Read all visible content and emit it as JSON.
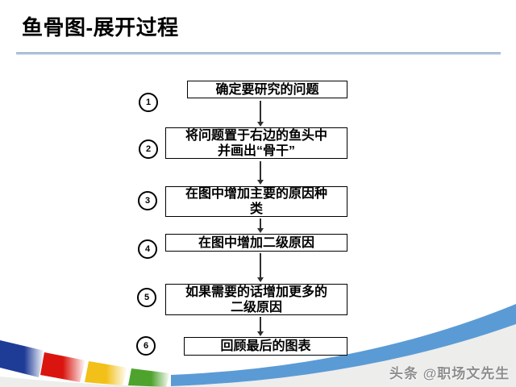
{
  "slide": {
    "title": "鱼骨图-展开过程",
    "watermark": "头条 @职场文先生"
  },
  "flowchart": {
    "steps": [
      {
        "num": "1",
        "text": "确定要研究的问题"
      },
      {
        "num": "2",
        "text": "将问题置于右边的鱼头中\n并画出“骨干”"
      },
      {
        "num": "3",
        "text": "在图中增加主要的原因种\n类"
      },
      {
        "num": "4",
        "text": "在图中增加二级原因"
      },
      {
        "num": "5",
        "text": "如果需要的话增加更多的\n二级原因"
      },
      {
        "num": "6",
        "text": "回顾最后的图表"
      }
    ]
  },
  "colors": {
    "divider_top": "#7d96b5",
    "divider_bottom": "#b9cfe8",
    "navy": "#1e3b96",
    "red": "#da150f",
    "yellow": "#f2c018",
    "green": "#4ea32d",
    "swoosh_blue": "#5b9bd5",
    "bottom_gray": "#ededec",
    "box_border": "#000000",
    "watermark_gray": "#8d8d8d"
  }
}
